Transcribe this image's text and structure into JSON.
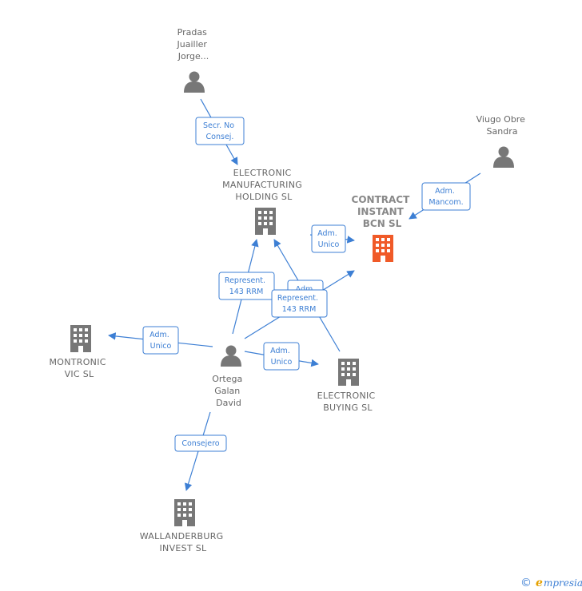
{
  "colors": {
    "edge": "#3d7fd4",
    "person_icon": "#777777",
    "company_icon": "#777777",
    "focus_company_icon": "#f05a28",
    "label_text": "#666666",
    "brand_accent": "#e5a100"
  },
  "nodes": {
    "pradas": {
      "type": "person",
      "lines": [
        "Pradas",
        "Juailler",
        "Jorge..."
      ]
    },
    "viugo": {
      "type": "person",
      "lines": [
        "Viugo Obre",
        "Sandra"
      ]
    },
    "ortega": {
      "type": "person",
      "lines": [
        "Ortega",
        "Galan",
        "David"
      ]
    },
    "emh": {
      "type": "company",
      "lines": [
        "ELECTRONIC",
        "MANUFACTURING",
        "HOLDING  SL"
      ]
    },
    "contract": {
      "type": "company",
      "focus": true,
      "lines": [
        "CONTRACT",
        "INSTANT",
        "BCN  SL"
      ]
    },
    "montronic": {
      "type": "company",
      "lines": [
        "MONTRONIC",
        "VIC  SL"
      ]
    },
    "ebuying": {
      "type": "company",
      "lines": [
        "ELECTRONIC",
        "BUYING SL"
      ]
    },
    "wallanderburg": {
      "type": "company",
      "lines": [
        "WALLANDERBURG",
        "INVEST  SL"
      ]
    }
  },
  "relations": {
    "pradas_emh": [
      "Secr.  No",
      "Consej."
    ],
    "viugo_contract": [
      "Adm.",
      "Mancom."
    ],
    "emh_contract": [
      "Adm.",
      "Unico"
    ],
    "ortega_emh": [
      "Represent.",
      "143 RRM"
    ],
    "hidden": [
      "Adm."
    ],
    "ebuying_emh": [
      "Represent.",
      "143 RRM"
    ],
    "ortega_montronic": [
      "Adm.",
      "Unico"
    ],
    "ortega_ebuying": [
      "Adm.",
      "Unico"
    ],
    "ortega_wallanderburg": [
      "Consejero"
    ]
  },
  "brand": {
    "copyright": "©",
    "initial": "e",
    "rest": "mpresia"
  }
}
